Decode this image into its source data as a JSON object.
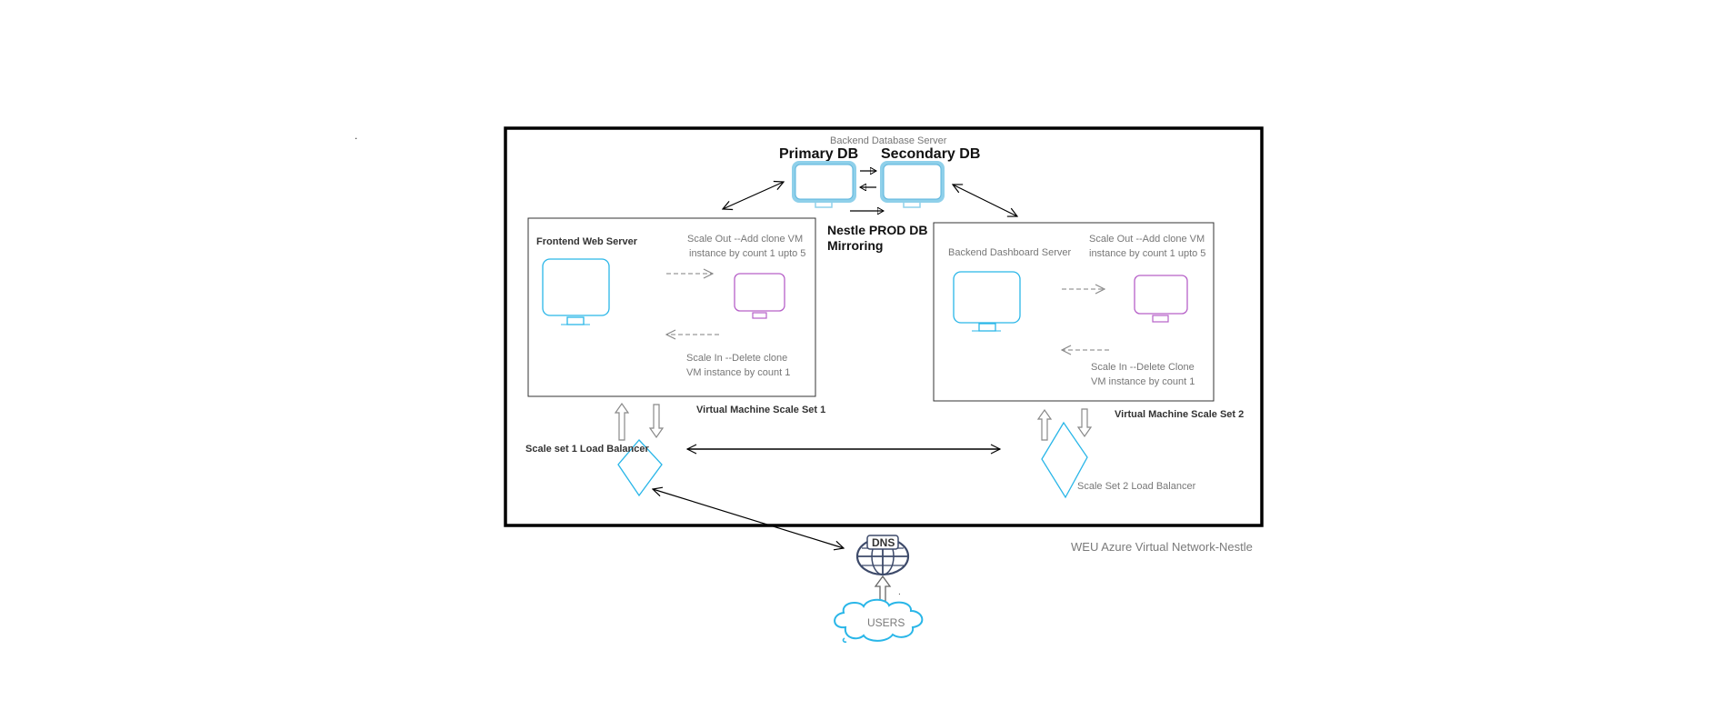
{
  "diagram": {
    "stray_mark": ".",
    "network": {
      "label": "WEU Azure Virtual Network-Nestle"
    },
    "database": {
      "server_label": "Backend Database Server",
      "primary_label": "Primary DB",
      "secondary_label": "Secondary DB",
      "mirroring_label_line1": "Nestle PROD DB",
      "mirroring_label_line2": "Mirroring"
    },
    "scale_set_1": {
      "server_label": "Frontend Web Server",
      "scale_out_line1": "Scale Out --Add clone VM",
      "scale_out_line2": "instance by count 1 upto 5",
      "scale_in_line1": "Scale In --Delete clone",
      "scale_in_line2": "VM instance by count 1",
      "set_label": "Virtual Machine Scale Set 1",
      "lb_label": "Scale set 1 Load Balancer"
    },
    "scale_set_2": {
      "server_label": "Backend Dashboard Server",
      "scale_out_line1": "Scale Out --Add clone VM",
      "scale_out_line2": "instance by count 1 upto 5",
      "scale_in_line1": "Scale In --Delete Clone",
      "scale_in_line2": "VM instance by count 1",
      "set_label": "Virtual Machine Scale Set 2",
      "lb_label": "Scale Set 2 Load Balancer"
    },
    "dns": {
      "label": "DNS"
    },
    "users": {
      "label": "USERS"
    },
    "colors": {
      "monitor_cyan": "#29b6e8",
      "monitor_db": "#8fd0ea",
      "monitor_clone": "#b660c8",
      "border": "#000000",
      "gray_text": "#777777"
    }
  }
}
